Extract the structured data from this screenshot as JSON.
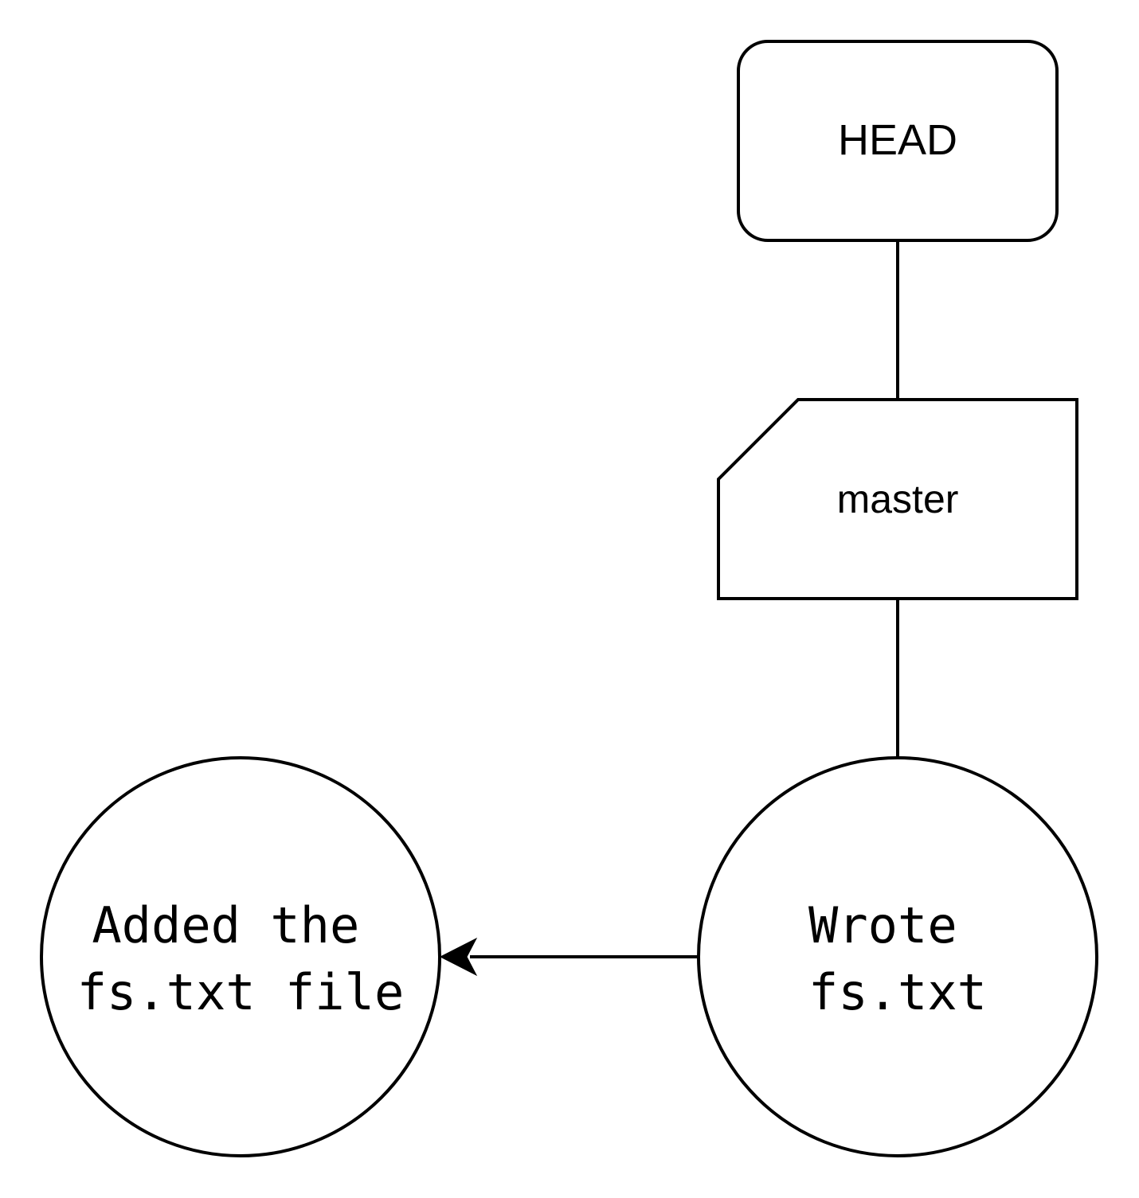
{
  "nodes": {
    "head": {
      "label": "HEAD"
    },
    "branch": {
      "label": "master"
    },
    "commit_latest": {
      "lines": [
        "Wrote",
        "fs.txt"
      ]
    },
    "commit_initial": {
      "lines": [
        "Added the",
        "fs.txt file"
      ]
    }
  },
  "colors": {
    "stroke": "#000000",
    "fill": "#ffffff"
  }
}
